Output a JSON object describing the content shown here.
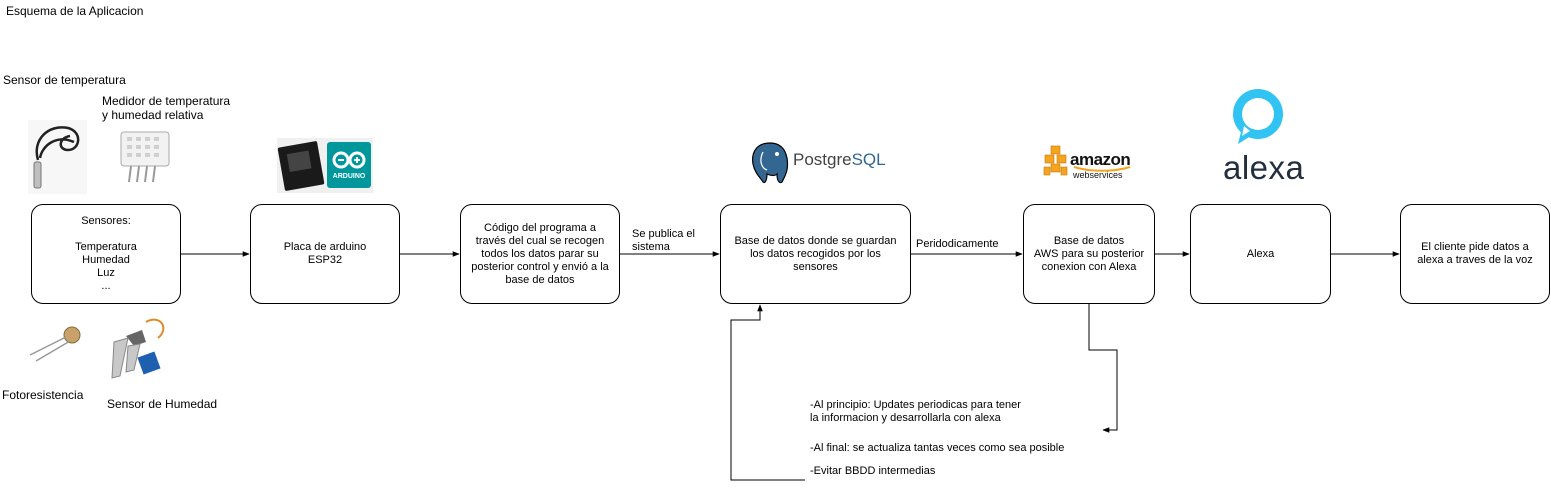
{
  "title": "Esquema de la Aplicacion",
  "sensor_labels": {
    "temperatura": "Sensor de temperatura",
    "medidor": "Medidor de temperatura\ny humedad relativa",
    "fotoresistencia": "Fotoresistencia",
    "humedad": "Sensor de Humedad"
  },
  "boxes": {
    "sensores": "Sensores:\n\nTemperatura\nHumedad\nLuz\n...",
    "arduino": "Placa de arduino\nESP32",
    "codigo": "Código del programa a\ntravés del cual se recogen\ntodos los datos parar su\nposterior control y envió a la\nbase de datos",
    "postgres": "Base de datos donde se guardan\nlos datos recogidos por los\nsensores",
    "aws": "Base de datos\nAWS para su posterior\nconexion con Alexa",
    "alexa": "Alexa",
    "cliente": "El cliente pide datos a\nalexa a traves de la voz"
  },
  "edge_labels": {
    "publica": "Se publica el\nsistema",
    "periodicamente": "Peridodicamente"
  },
  "notes": {
    "n1": "-Al principio: Updates periodicas para tener\nla informacion y desarrollarla con alexa",
    "n2": "-Al final: se actualiza tantas veces como sea posible",
    "n3": "-Evitar BBDD intermedias"
  },
  "logos": {
    "arduino": "ARDUINO",
    "postgres_a": "Postgre",
    "postgres_b": "SQL",
    "amazon": "amazon",
    "webservices": "webservices",
    "alexa": "alexa"
  },
  "colors": {
    "arduino": "#00979c",
    "postgres": "#336791",
    "aws_orange": "#f7a41d",
    "alexa_blue": "#31c4f3",
    "alexa_text": "#232f3e"
  }
}
